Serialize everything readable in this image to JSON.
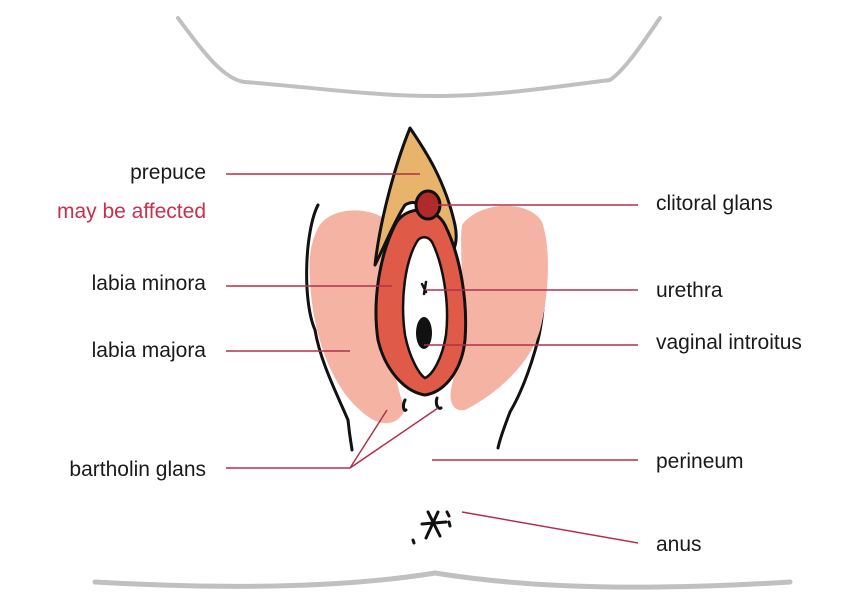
{
  "labels": {
    "prepuce": "prepuce",
    "note": "may be affected",
    "labia_minora": "labia minora",
    "labia_majora": "labia majora",
    "bartholin_glans": "bartholin glans",
    "clitoral_glans": "clitoral glans",
    "urethra": "urethra",
    "vaginal_introitus": "vaginal introitus",
    "perineum": "perineum",
    "anus": "anus"
  },
  "colors": {
    "leader_line": "#b0304a",
    "note_text": "#c8304d",
    "label_text": "#1a1a1a",
    "labia_majora_fill": "#f5b3a3",
    "labia_minora_fill": "#e05a48",
    "prepuce_fill": "#e8b36a",
    "clitoral_glans_fill": "#b02a2a",
    "outline": "#111111",
    "body_contour": "#c0c0c0"
  }
}
